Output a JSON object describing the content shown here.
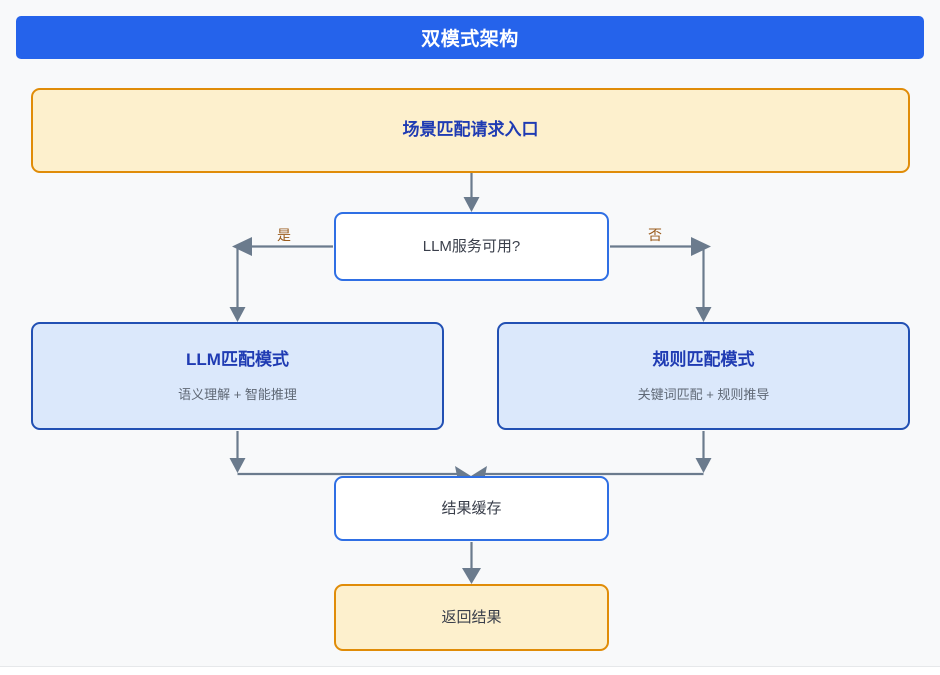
{
  "diagram": {
    "title": "双模式架构",
    "background_color": "#f8f9fa",
    "header_color": "#2563eb"
  },
  "nodes": {
    "entry": {
      "label": "场景匹配请求入口",
      "fill": "#fdf0cd",
      "border": "#e08c08"
    },
    "decision": {
      "label": "LLM服务可用?",
      "fill": "#ffffff",
      "border": "#2f6fe4"
    },
    "llm_mode": {
      "title": "LLM匹配模式",
      "subtitle": "语义理解 + 智能推理",
      "fill": "#dbe8fb",
      "border": "#2250b3"
    },
    "rule_mode": {
      "title": "规则匹配模式",
      "subtitle": "关键词匹配 + 规则推导",
      "fill": "#dbe8fb",
      "border": "#2250b3"
    },
    "cache": {
      "label": "结果缓存",
      "fill": "#ffffff",
      "border": "#2f6fe4"
    },
    "result": {
      "label": "返回结果",
      "fill": "#fdf0cd",
      "border": "#e08c08"
    }
  },
  "edges": {
    "yes_label": "是",
    "no_label": "否",
    "label_color": "#9a5b1c",
    "line_color": "#6b7b8d"
  }
}
